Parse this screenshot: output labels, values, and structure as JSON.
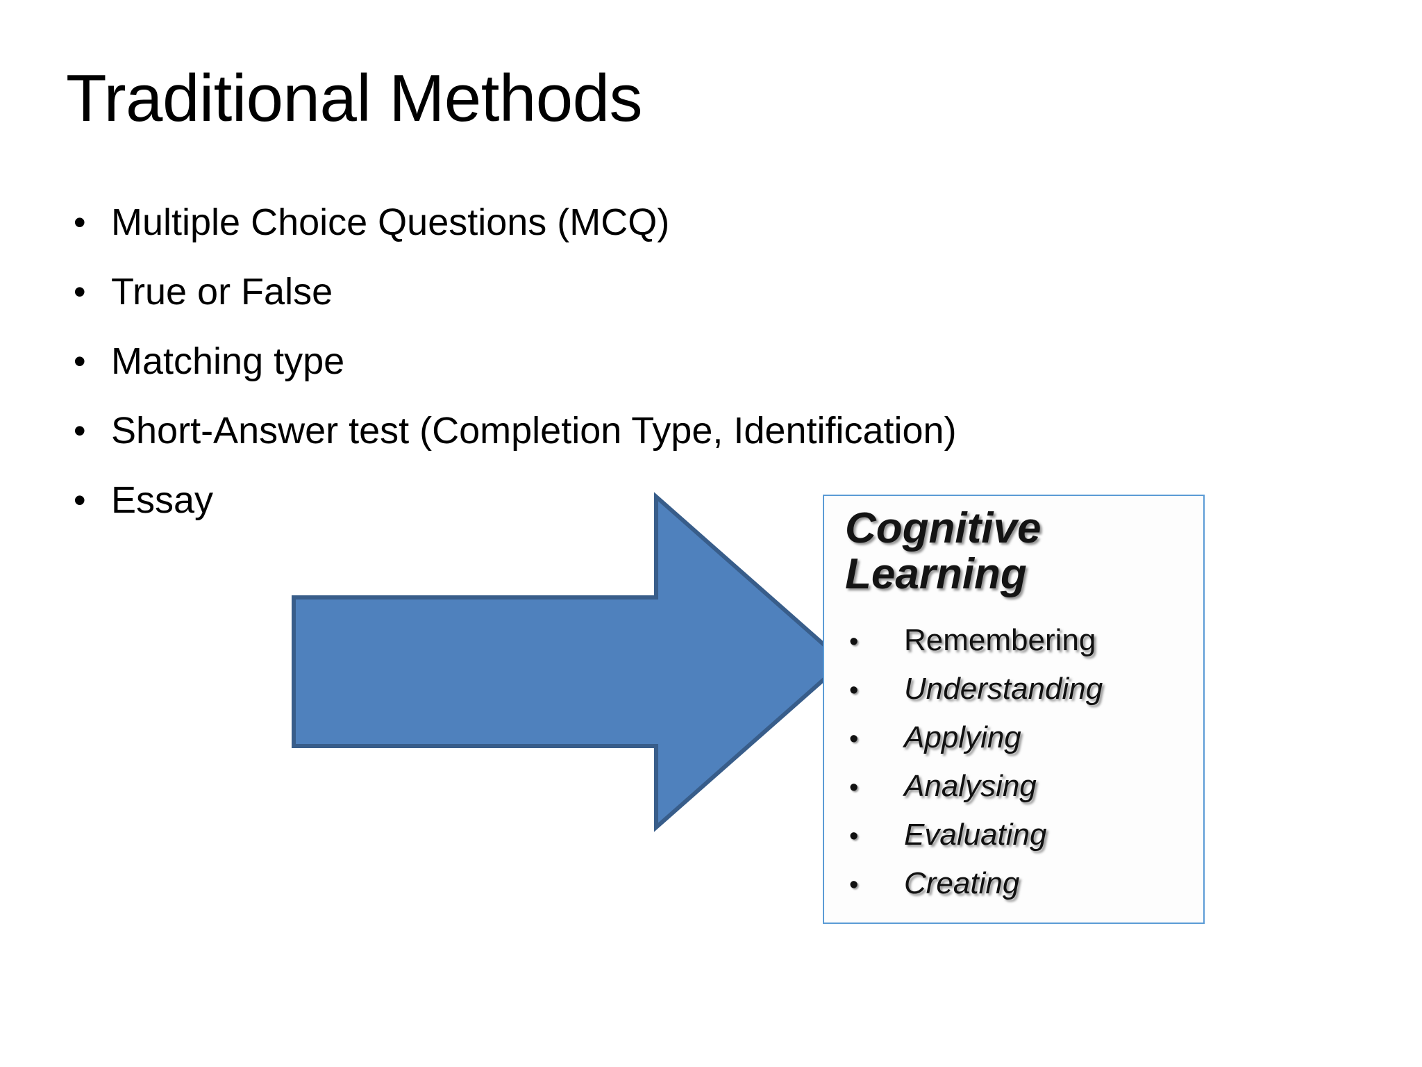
{
  "slide": {
    "title": "Traditional Methods",
    "background_color": "#FFFFFF",
    "bullet_glyph": "•"
  },
  "main_list": {
    "items": [
      {
        "text": "Multiple Choice Questions (MCQ)"
      },
      {
        "text": "True or False"
      },
      {
        "text": "Matching type"
      },
      {
        "text": "Short-Answer test (Completion Type, Identification)"
      },
      {
        "text": "Essay"
      }
    ]
  },
  "arrow": {
    "direction": "right",
    "fill_color": "#4F81BD",
    "border_color": "#385D8A"
  },
  "cognitive_box": {
    "border_color": "#5B9BD5",
    "fill_color": "#FDFDFD",
    "heading_line1": "Cognitive",
    "heading_line2": "Learning",
    "bullet_glyph": "•",
    "items": [
      {
        "text": "Remembering",
        "italic": false
      },
      {
        "text": "Understanding",
        "italic": true
      },
      {
        "text": "Applying",
        "italic": true
      },
      {
        "text": "Analysing",
        "italic": true
      },
      {
        "text": "Evaluating",
        "italic": true
      },
      {
        "text": "Creating",
        "italic": true
      }
    ]
  }
}
